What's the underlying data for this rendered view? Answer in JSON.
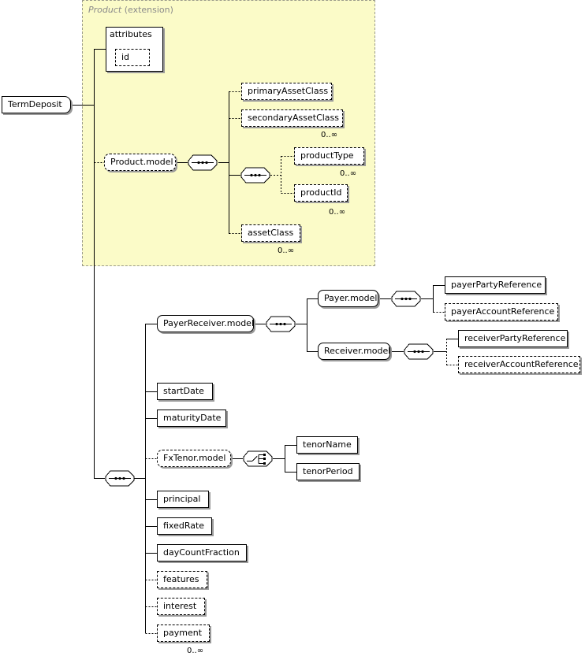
{
  "extension": {
    "title_italic": "Product",
    "title_rest": " (extension)"
  },
  "root": {
    "label": "TermDeposit"
  },
  "attributes": {
    "title": "attributes",
    "items": [
      "id"
    ]
  },
  "product_model": {
    "label": "Product.model",
    "primaryAssetClass": "primaryAssetClass",
    "secondaryAssetClass": "secondaryAssetClass",
    "secondaryAssetClass_card": "0..∞",
    "productType": "productType",
    "productType_card": "0..∞",
    "productId": "productId",
    "productId_card": "0..∞",
    "assetClass": "assetClass",
    "assetClass_card": "0..∞"
  },
  "payer_receiver": {
    "label": "PayerReceiver.model",
    "payer_model": "Payer.model",
    "payerPartyReference": "payerPartyReference",
    "payerAccountReference": "payerAccountReference",
    "receiver_model": "Receiver.model",
    "receiverPartyReference": "receiverPartyReference",
    "receiverAccountReference": "receiverAccountReference"
  },
  "elements": {
    "startDate": "startDate",
    "maturityDate": "maturityDate",
    "fxtenor_model": "FxTenor.model",
    "tenorName": "tenorName",
    "tenorPeriod": "tenorPeriod",
    "principal": "principal",
    "fixedRate": "fixedRate",
    "dayCountFraction": "dayCountFraction",
    "features": "features",
    "interest": "interest",
    "payment": "payment",
    "payment_card": "0..∞"
  }
}
